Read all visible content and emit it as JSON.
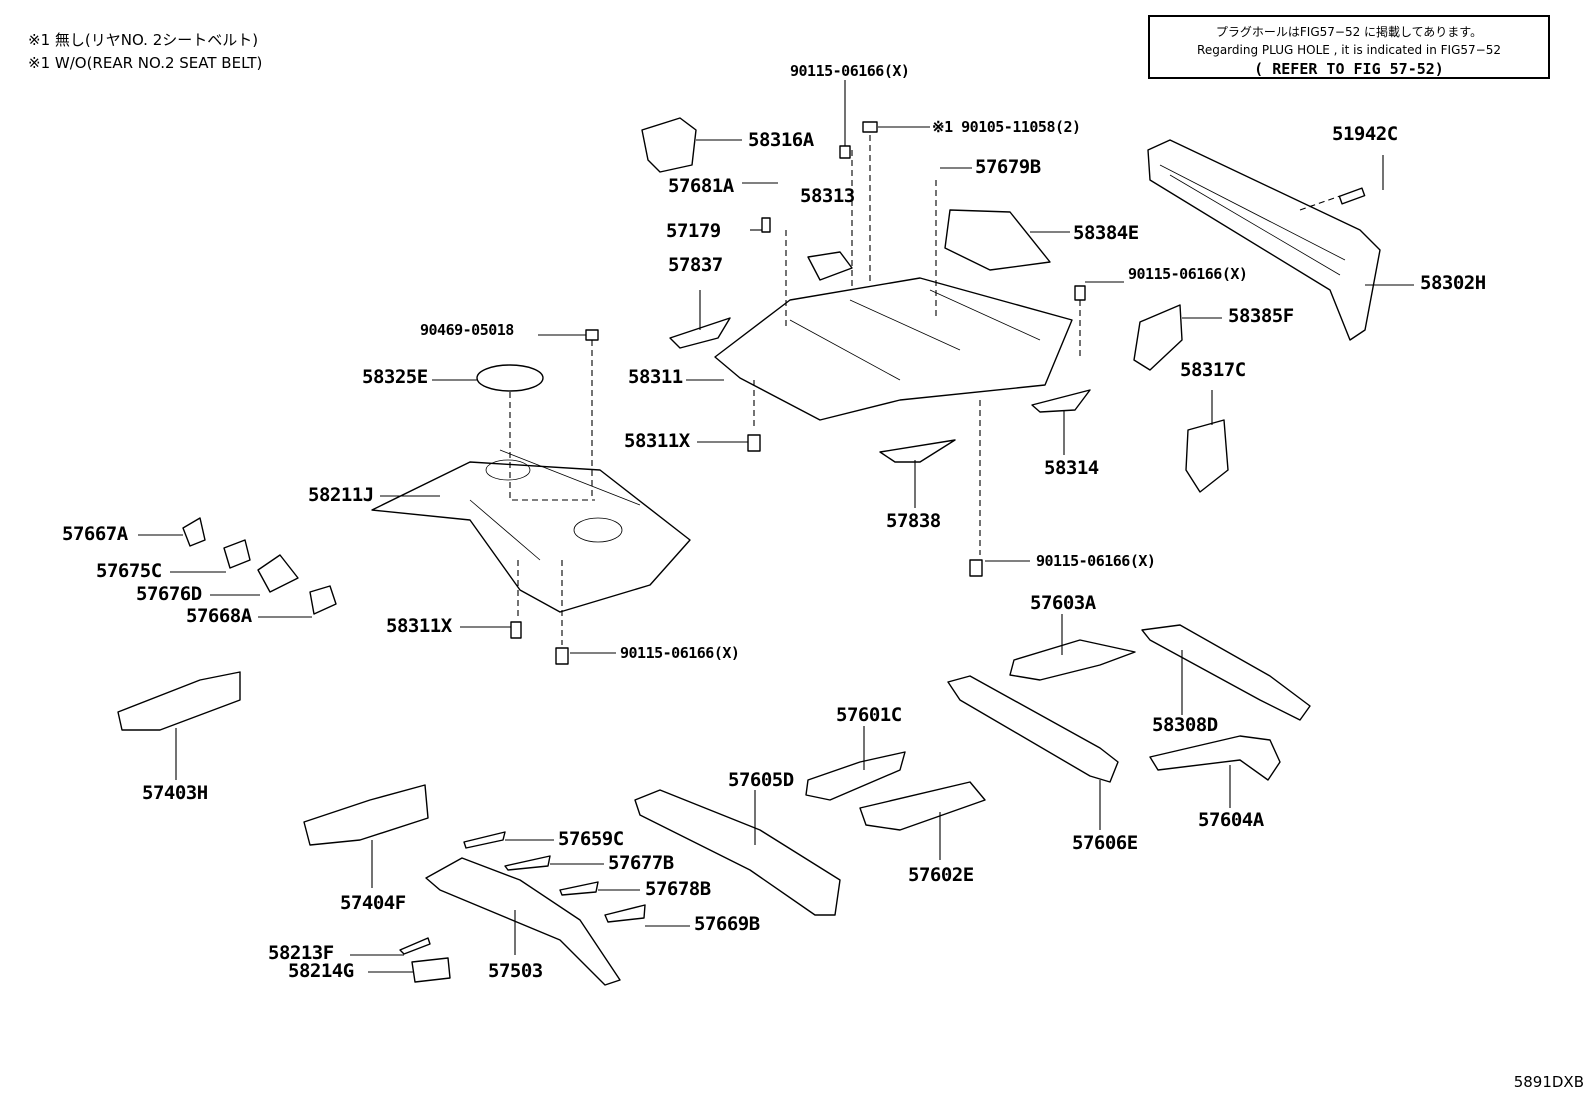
{
  "notes": {
    "line1": "※1 無し(リヤNO. 2シートベルト)",
    "line2": "※1 W/O(REAR NO.2 SEAT BELT)"
  },
  "reference_box": {
    "line1": "プラグホールはFIG57−52 に掲載してあります。",
    "line2": "Regarding  PLUG HOLE , it is indicated in  FIG57−52",
    "line3": "( REFER TO FIG 57-52)"
  },
  "figure_code": "5891DXB",
  "parts": {
    "p90115_top": "90115-06166(X)",
    "p90105": "※1 90105-11058(2)",
    "p58316A": "58316A",
    "p57681A": "57681A",
    "p58313": "58313",
    "p57679B": "57679B",
    "p57179": "57179",
    "p58384E": "58384E",
    "p57837": "57837",
    "p90115_mid": "90115-06166(X)",
    "p51942C": "51942C",
    "p58302H": "58302H",
    "p58385F": "58385F",
    "p90469": "90469-05018",
    "p58311": "58311",
    "p58325E": "58325E",
    "p58317C": "58317C",
    "p58311X_a": "58311X",
    "p58314": "58314",
    "p58211J": "58211J",
    "p57838": "57838",
    "p57667A": "57667A",
    "p57675C": "57675C",
    "p90115_right": "90115-06166(X)",
    "p57676D": "57676D",
    "p57668A": "57668A",
    "p57603A": "57603A",
    "p58311X_b": "58311X",
    "p90115_low": "90115-06166(X)",
    "p57601C": "57601C",
    "p58308D": "58308D",
    "p57605D": "57605D",
    "p57403H": "57403H",
    "p57604A": "57604A",
    "p57659C": "57659C",
    "p57606E": "57606E",
    "p57677B": "57677B",
    "p57602E": "57602E",
    "p57404F": "57404F",
    "p57678B": "57678B",
    "p57669B": "57669B",
    "p58213F": "58213F",
    "p58214G": "58214G",
    "p57503": "57503"
  }
}
